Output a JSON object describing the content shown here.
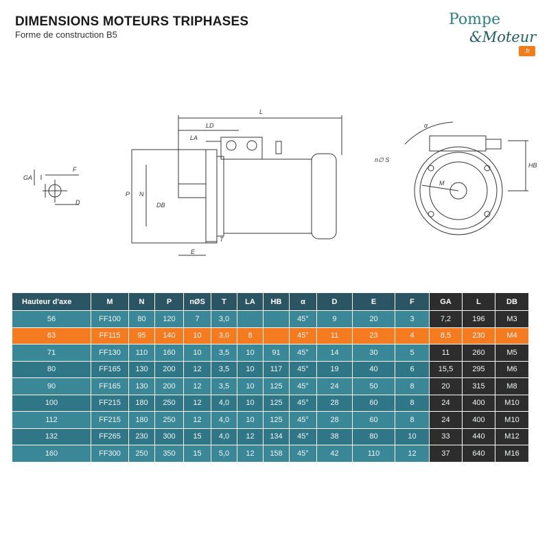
{
  "header": {
    "title": "DIMENSIONS MOTEURS TRIPHASES",
    "subtitle": "Forme de construction B5"
  },
  "logo": {
    "line1": "Pompe",
    "line2": "&Moteur",
    "badge": ".fr",
    "colors": {
      "primary": "#2a7f83",
      "badge": "#f07d1c"
    }
  },
  "diagram_labels": {
    "GA": "GA",
    "F": "F",
    "D": "D",
    "L": "L",
    "LD": "LD",
    "LA": "LA",
    "P": "P",
    "N": "N",
    "DB": "DB",
    "E": "E",
    "T": "T",
    "alpha": "α",
    "nS": "n∅ S",
    "M": "M",
    "HB": "HB"
  },
  "table": {
    "headers": [
      "Hauteur d'axe",
      "M",
      "N",
      "P",
      "nØS",
      "T",
      "LA",
      "HB",
      "α",
      "D",
      "E",
      "F",
      "GA",
      "L",
      "DB"
    ],
    "rows": [
      [
        "56",
        "FF100",
        "80",
        "120",
        "7",
        "3,0",
        "",
        "",
        "45°",
        "9",
        "20",
        "3",
        "7,2",
        "196",
        "M3"
      ],
      [
        "63",
        "FF115",
        "95",
        "140",
        "10",
        "3,0",
        "8",
        "",
        "45°",
        "11",
        "23",
        "4",
        "8,5",
        "230",
        "M4"
      ],
      [
        "71",
        "FF130",
        "110",
        "160",
        "10",
        "3,5",
        "10",
        "91",
        "45°",
        "14",
        "30",
        "5",
        "11",
        "260",
        "M5"
      ],
      [
        "80",
        "FF165",
        "130",
        "200",
        "12",
        "3,5",
        "10",
        "117",
        "45°",
        "19",
        "40",
        "6",
        "15,5",
        "295",
        "M6"
      ],
      [
        "90",
        "FF165",
        "130",
        "200",
        "12",
        "3,5",
        "10",
        "125",
        "45°",
        "24",
        "50",
        "8",
        "20",
        "315",
        "M8"
      ],
      [
        "100",
        "FF215",
        "180",
        "250",
        "12",
        "4,0",
        "10",
        "125",
        "45°",
        "28",
        "60",
        "8",
        "24",
        "400",
        "M10"
      ],
      [
        "112",
        "FF215",
        "180",
        "250",
        "12",
        "4,0",
        "10",
        "125",
        "45°",
        "28",
        "60",
        "8",
        "24",
        "400",
        "M10"
      ],
      [
        "132",
        "FF265",
        "230",
        "300",
        "15",
        "4,0",
        "12",
        "134",
        "45°",
        "38",
        "80",
        "10",
        "33",
        "440",
        "M12"
      ],
      [
        "160",
        "FF300",
        "250",
        "350",
        "15",
        "5,0",
        "12",
        "158",
        "45°",
        "42",
        "110",
        "12",
        "37",
        "640",
        "M16"
      ]
    ],
    "highlighted_row": 1,
    "colors": {
      "header": "#2c5563",
      "row_a": "#3a8797",
      "row_b": "#2f7787",
      "highlight": "#f47b20",
      "dark": "#2d2d2d"
    }
  }
}
